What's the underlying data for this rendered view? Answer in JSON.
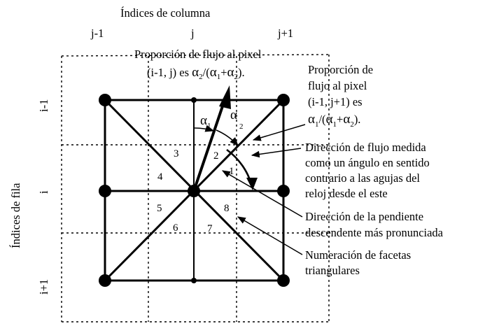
{
  "column_axis": {
    "title": "Índices de columna",
    "labels": [
      "j-1",
      "j",
      "j+1"
    ]
  },
  "row_axis": {
    "title": "Índices de fila",
    "labels": [
      "i-1",
      "i",
      "i+1"
    ]
  },
  "facets": [
    "1",
    "2",
    "3",
    "4",
    "5",
    "6",
    "7",
    "8"
  ],
  "angles": {
    "alpha": "α",
    "alpha1_sub": "1",
    "alpha2_sub": "2"
  },
  "annotations": {
    "top_line1": "Proporción de flujo al pixel",
    "top_line2_prefix": "(i-1, j) es ",
    "right_line1": "Proporción de",
    "right_line2": "flujo al pixel",
    "right_line3": "(i-1, j+1) es",
    "flow_direction": [
      "Dirección de flujo medida",
      "como un ángulo en sentido",
      "contrario a las agujas del",
      "reloj desde el este"
    ],
    "steepest_slope": [
      "Dirección de la pendiente",
      "descendente más pronunciada"
    ],
    "facet_numbering": [
      "Numeración de facetas",
      "triangulares"
    ]
  }
}
